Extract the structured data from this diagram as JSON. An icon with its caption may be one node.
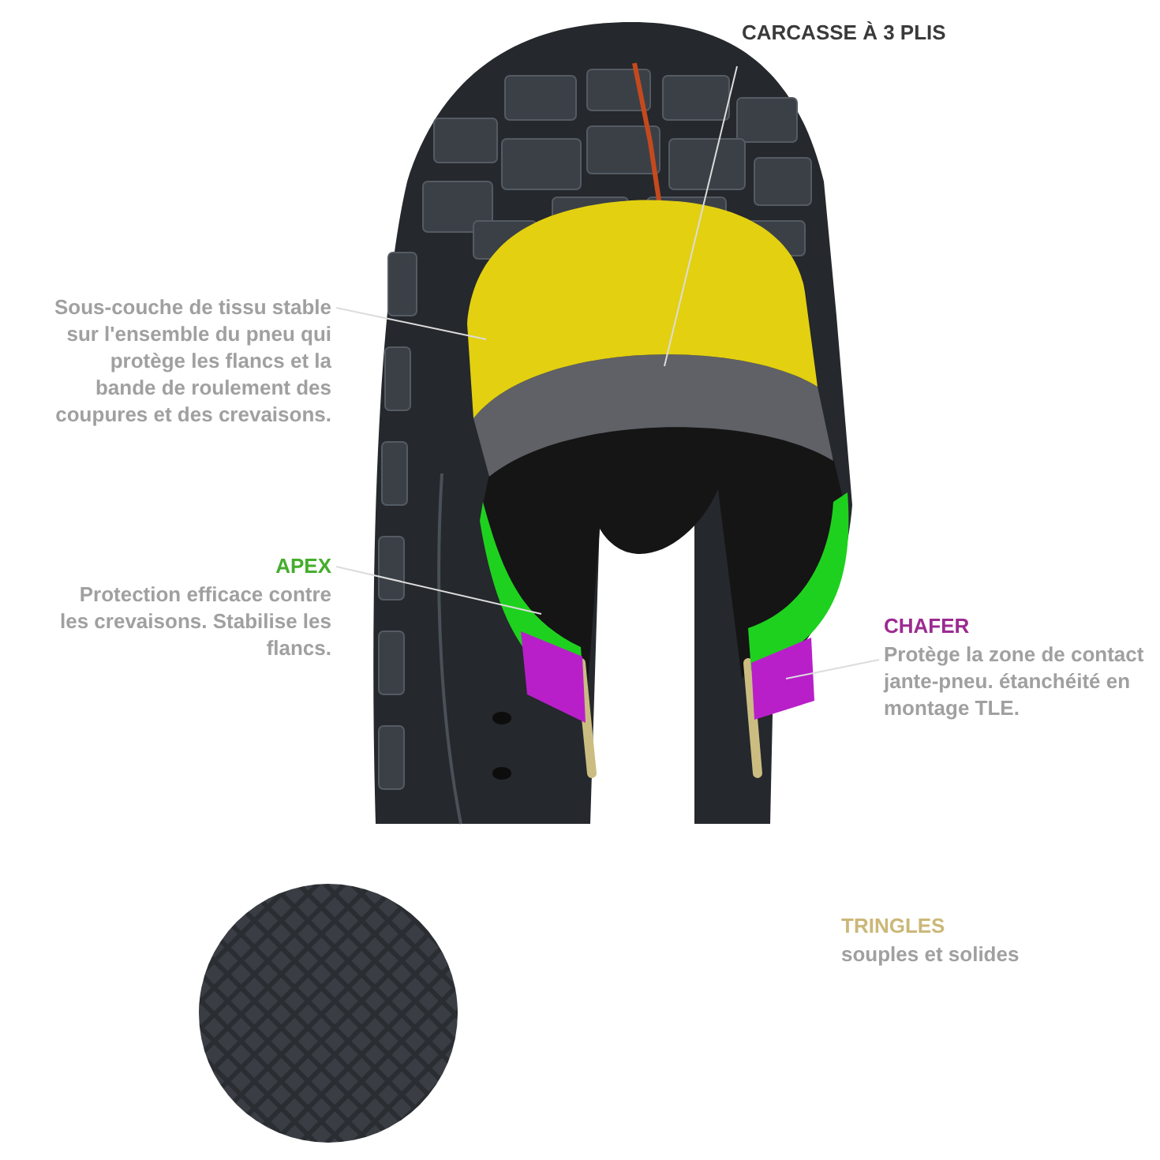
{
  "diagram": {
    "nodes": [
      {
        "text": [
          "CARCASSE À 3 PLIS"
        ]
      },
      {
        "text": [
          "Sous-couche de tissu stable sur l'ensemble du pneu qui protège les flancs et la bande de roulement des coupures et des crevaisons."
        ]
      },
      {
        "text": [
          "APEX",
          "Protection efficace contre les crevaisons. Stabilise les flancs."
        ]
      },
      {
        "text": [
          "CHAFER",
          "Protège la zone de contact jante-pneu. étanchéité en montage TLE."
        ]
      },
      {
        "text": [
          "TRINGLES",
          "souples et solides"
        ]
      },
      {
        "text": [],
        "shape": "band"
      },
      {
        "text": [],
        "shape": "band"
      },
      {
        "text": [],
        "shape": "band"
      },
      {
        "text": [],
        "shape": "band"
      }
    ],
    "edges": [
      {
        "from": 0,
        "to": 5,
        "arrow": "none"
      },
      {
        "from": 1,
        "to": 6,
        "arrow": "none"
      },
      {
        "from": 2,
        "to": 7,
        "arrow": "none"
      },
      {
        "from": 3,
        "to": 8,
        "arrow": "none"
      }
    ]
  }
}
